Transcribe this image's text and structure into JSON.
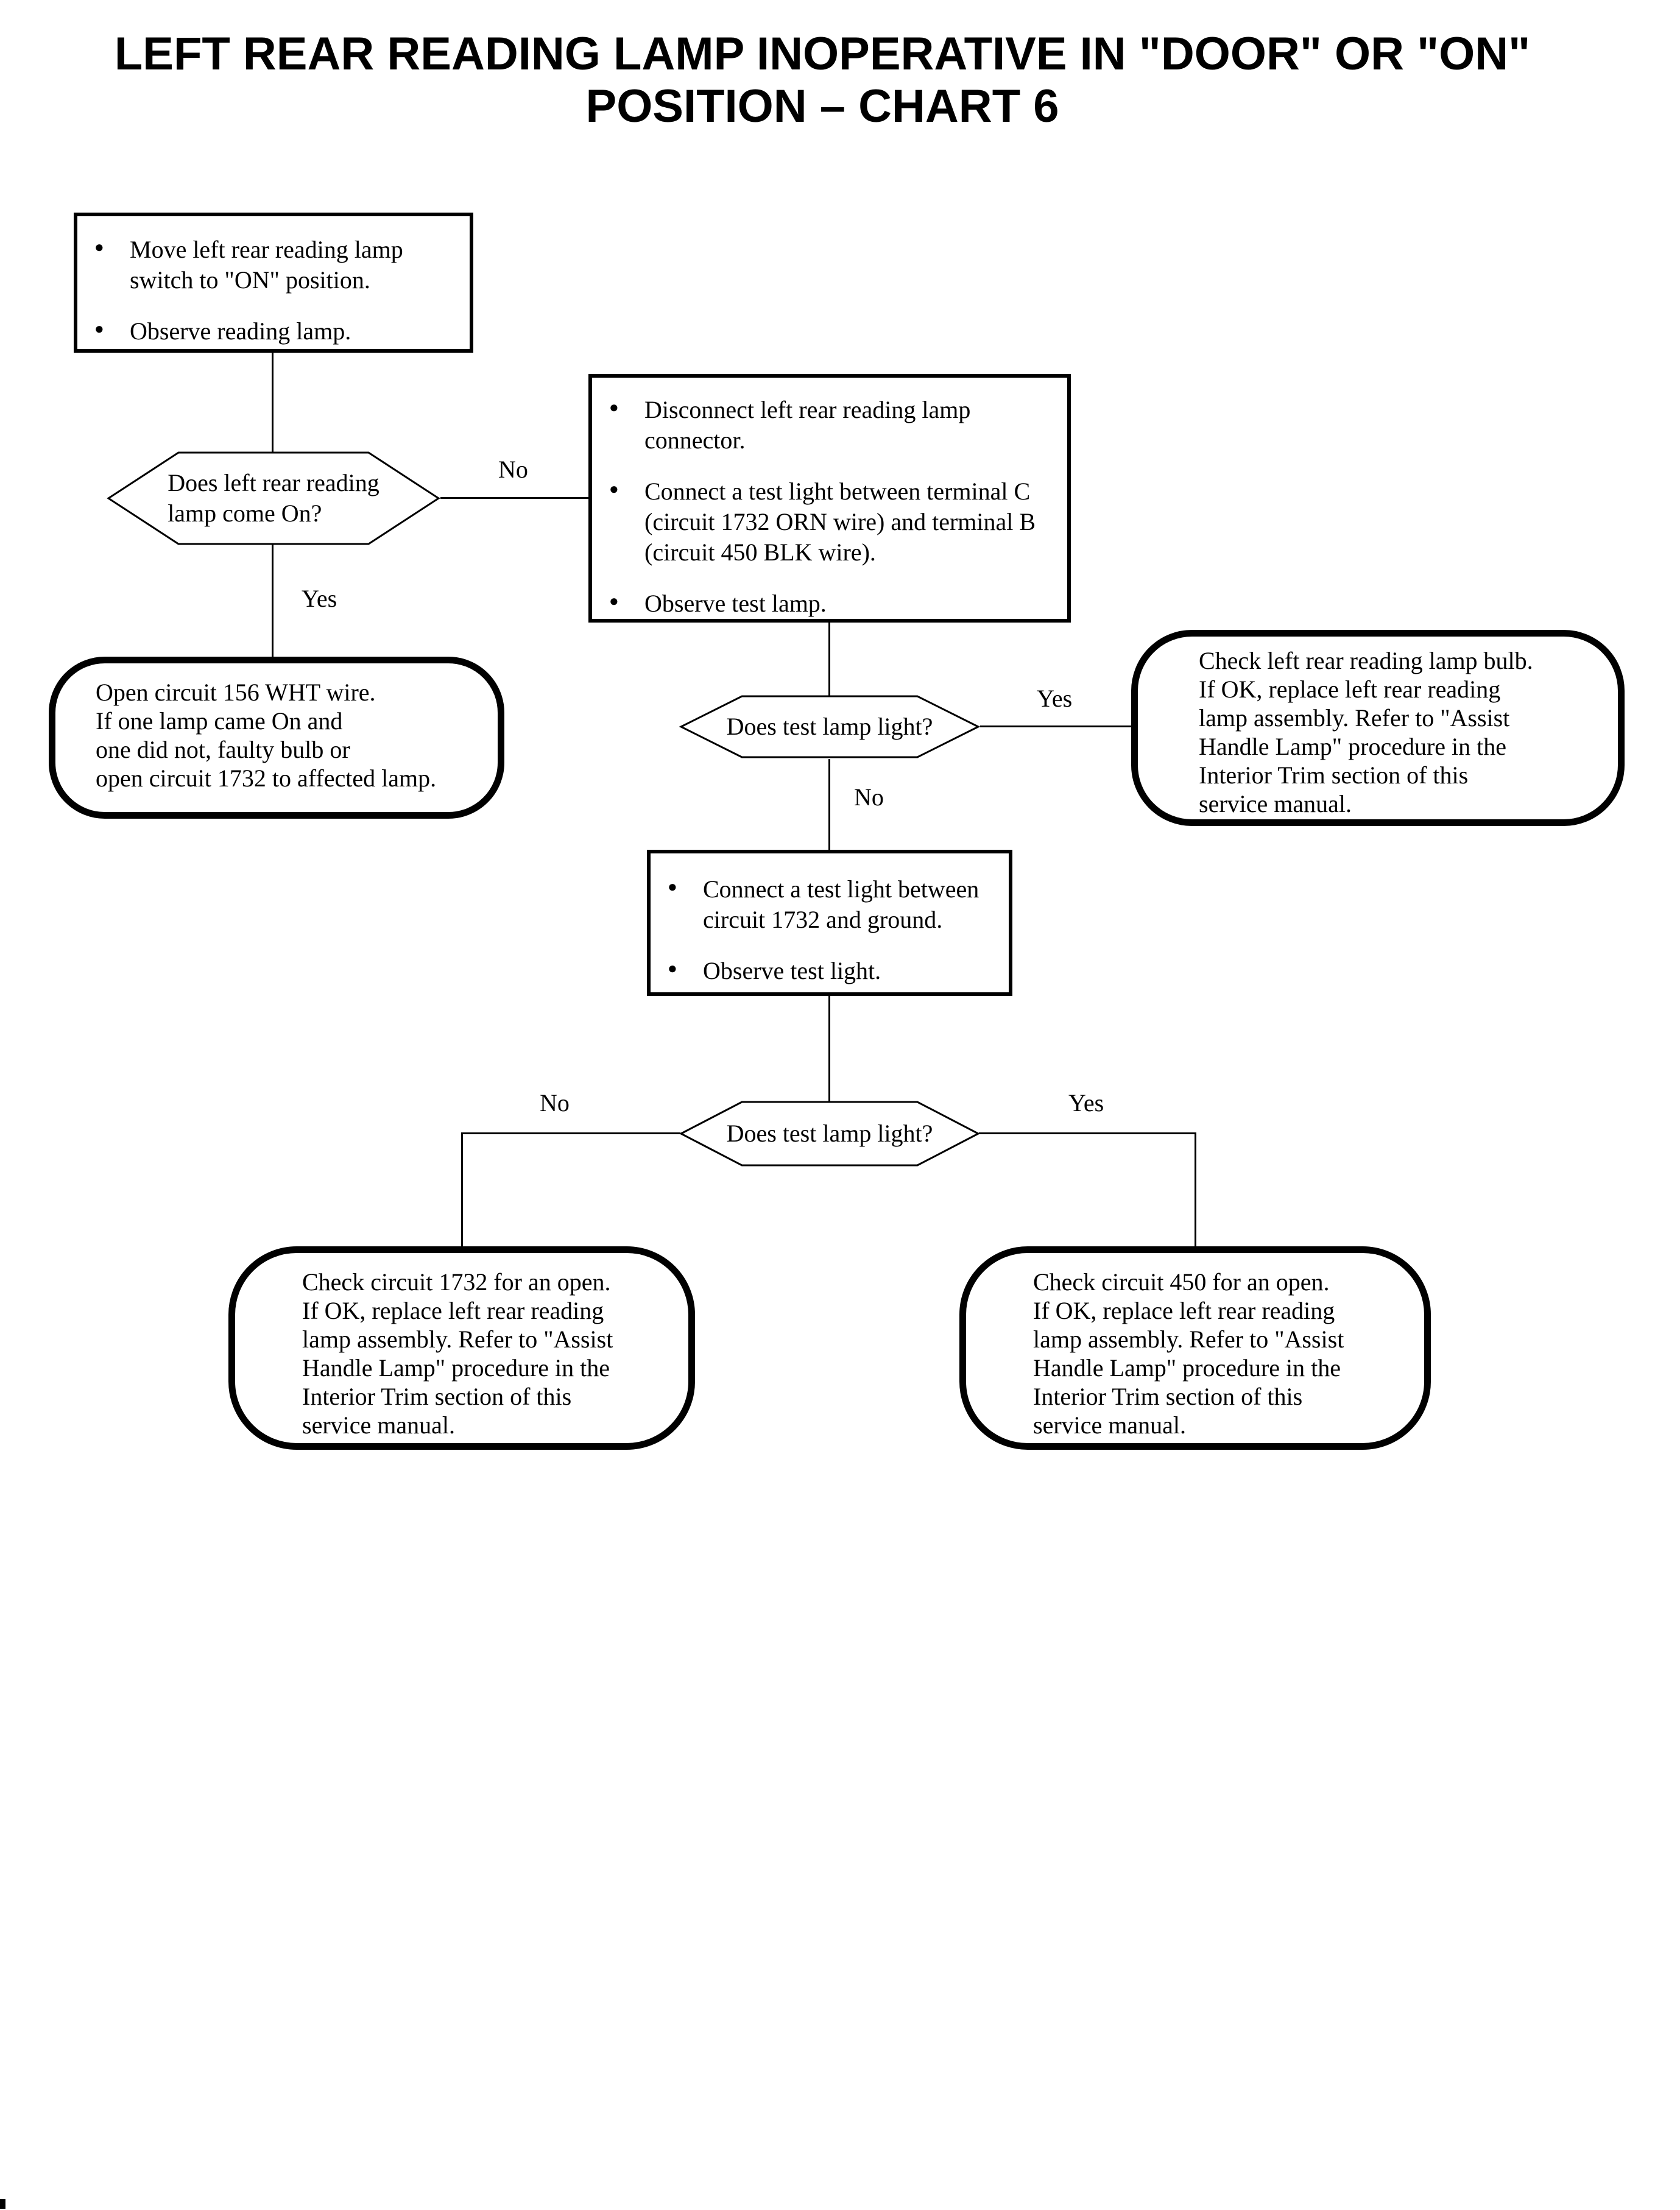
{
  "page": {
    "background": "#ffffff",
    "line_color": "#000000"
  },
  "title": {
    "line1": "LEFT REAR READING LAMP INOPERATIVE IN \"DOOR\" OR \"ON\"",
    "line2": "POSITION – CHART 6"
  },
  "labels": {
    "decision1_no": "No",
    "decision1_yes": "Yes",
    "decision2_yes": "Yes",
    "decision2_no": "No",
    "decision3_no": "No",
    "decision3_yes": "Yes"
  },
  "nodes": {
    "step1": {
      "items": [
        {
          "lines": [
            "Move left rear reading lamp",
            "switch to \"ON\" position."
          ]
        },
        {
          "lines": [
            "Observe reading lamp."
          ]
        }
      ]
    },
    "decision1": {
      "lines": [
        "Does left rear reading",
        "lamp come On?"
      ]
    },
    "step2": {
      "items": [
        {
          "lines": [
            "Disconnect left rear reading lamp",
            "connector."
          ]
        },
        {
          "lines": [
            "Connect a test light between terminal C",
            "(circuit 1732 ORN wire) and terminal B",
            "(circuit 450 BLK wire)."
          ]
        },
        {
          "lines": [
            "Observe test lamp."
          ]
        }
      ]
    },
    "result1": {
      "lines": [
        "Open circuit 156 WHT wire.",
        "If one lamp came On and",
        "one did not, faulty bulb or",
        "open circuit 1732 to affected lamp."
      ]
    },
    "decision2": {
      "lines": [
        "Does test lamp light?"
      ]
    },
    "result2": {
      "lines": [
        "Check left rear reading lamp bulb.",
        "If OK, replace left rear reading",
        "lamp assembly. Refer to \"Assist",
        "Handle Lamp\" procedure in the",
        "Interior Trim section of this",
        "service manual."
      ]
    },
    "step3": {
      "items": [
        {
          "lines": [
            "Connect a test light between",
            "circuit 1732 and ground."
          ]
        },
        {
          "lines": [
            "Observe test light."
          ]
        }
      ]
    },
    "decision3": {
      "lines": [
        "Does test lamp light?"
      ]
    },
    "result3": {
      "lines": [
        "Check circuit 1732 for an open.",
        "If OK, replace left rear reading",
        "lamp assembly. Refer to \"Assist",
        "Handle Lamp\" procedure in the",
        "Interior Trim section of this",
        "service manual."
      ]
    },
    "result4": {
      "lines": [
        "Check circuit 450 for an open.",
        "If OK, replace left rear reading",
        "lamp assembly. Refer to \"Assist",
        "Handle Lamp\" procedure in the",
        "Interior Trim section of this",
        "service manual."
      ]
    }
  }
}
